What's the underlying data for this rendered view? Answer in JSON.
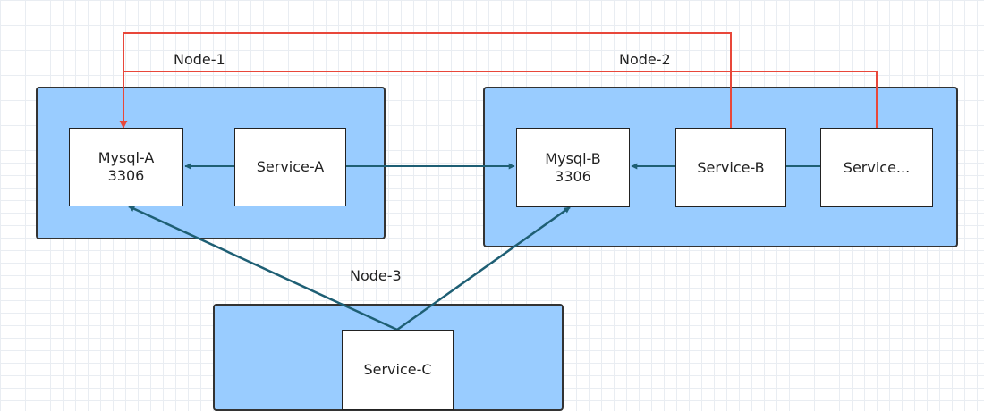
{
  "nodes": {
    "node1": {
      "label": "Node-1"
    },
    "node2": {
      "label": "Node-2"
    },
    "node3": {
      "label": "Node-3"
    }
  },
  "components": {
    "mysql_a": {
      "name": "Mysql-A",
      "port": "3306"
    },
    "service_a": {
      "name": "Service-A"
    },
    "mysql_b": {
      "name": "Mysql-B",
      "port": "3306"
    },
    "service_b": {
      "name": "Service-B"
    },
    "service_more": {
      "name": "Service..."
    },
    "service_c": {
      "name": "Service-C"
    }
  },
  "colors": {
    "node_fill": "#99ccff",
    "local_link": "#1e5f74",
    "remote_link": "#e8473a"
  }
}
